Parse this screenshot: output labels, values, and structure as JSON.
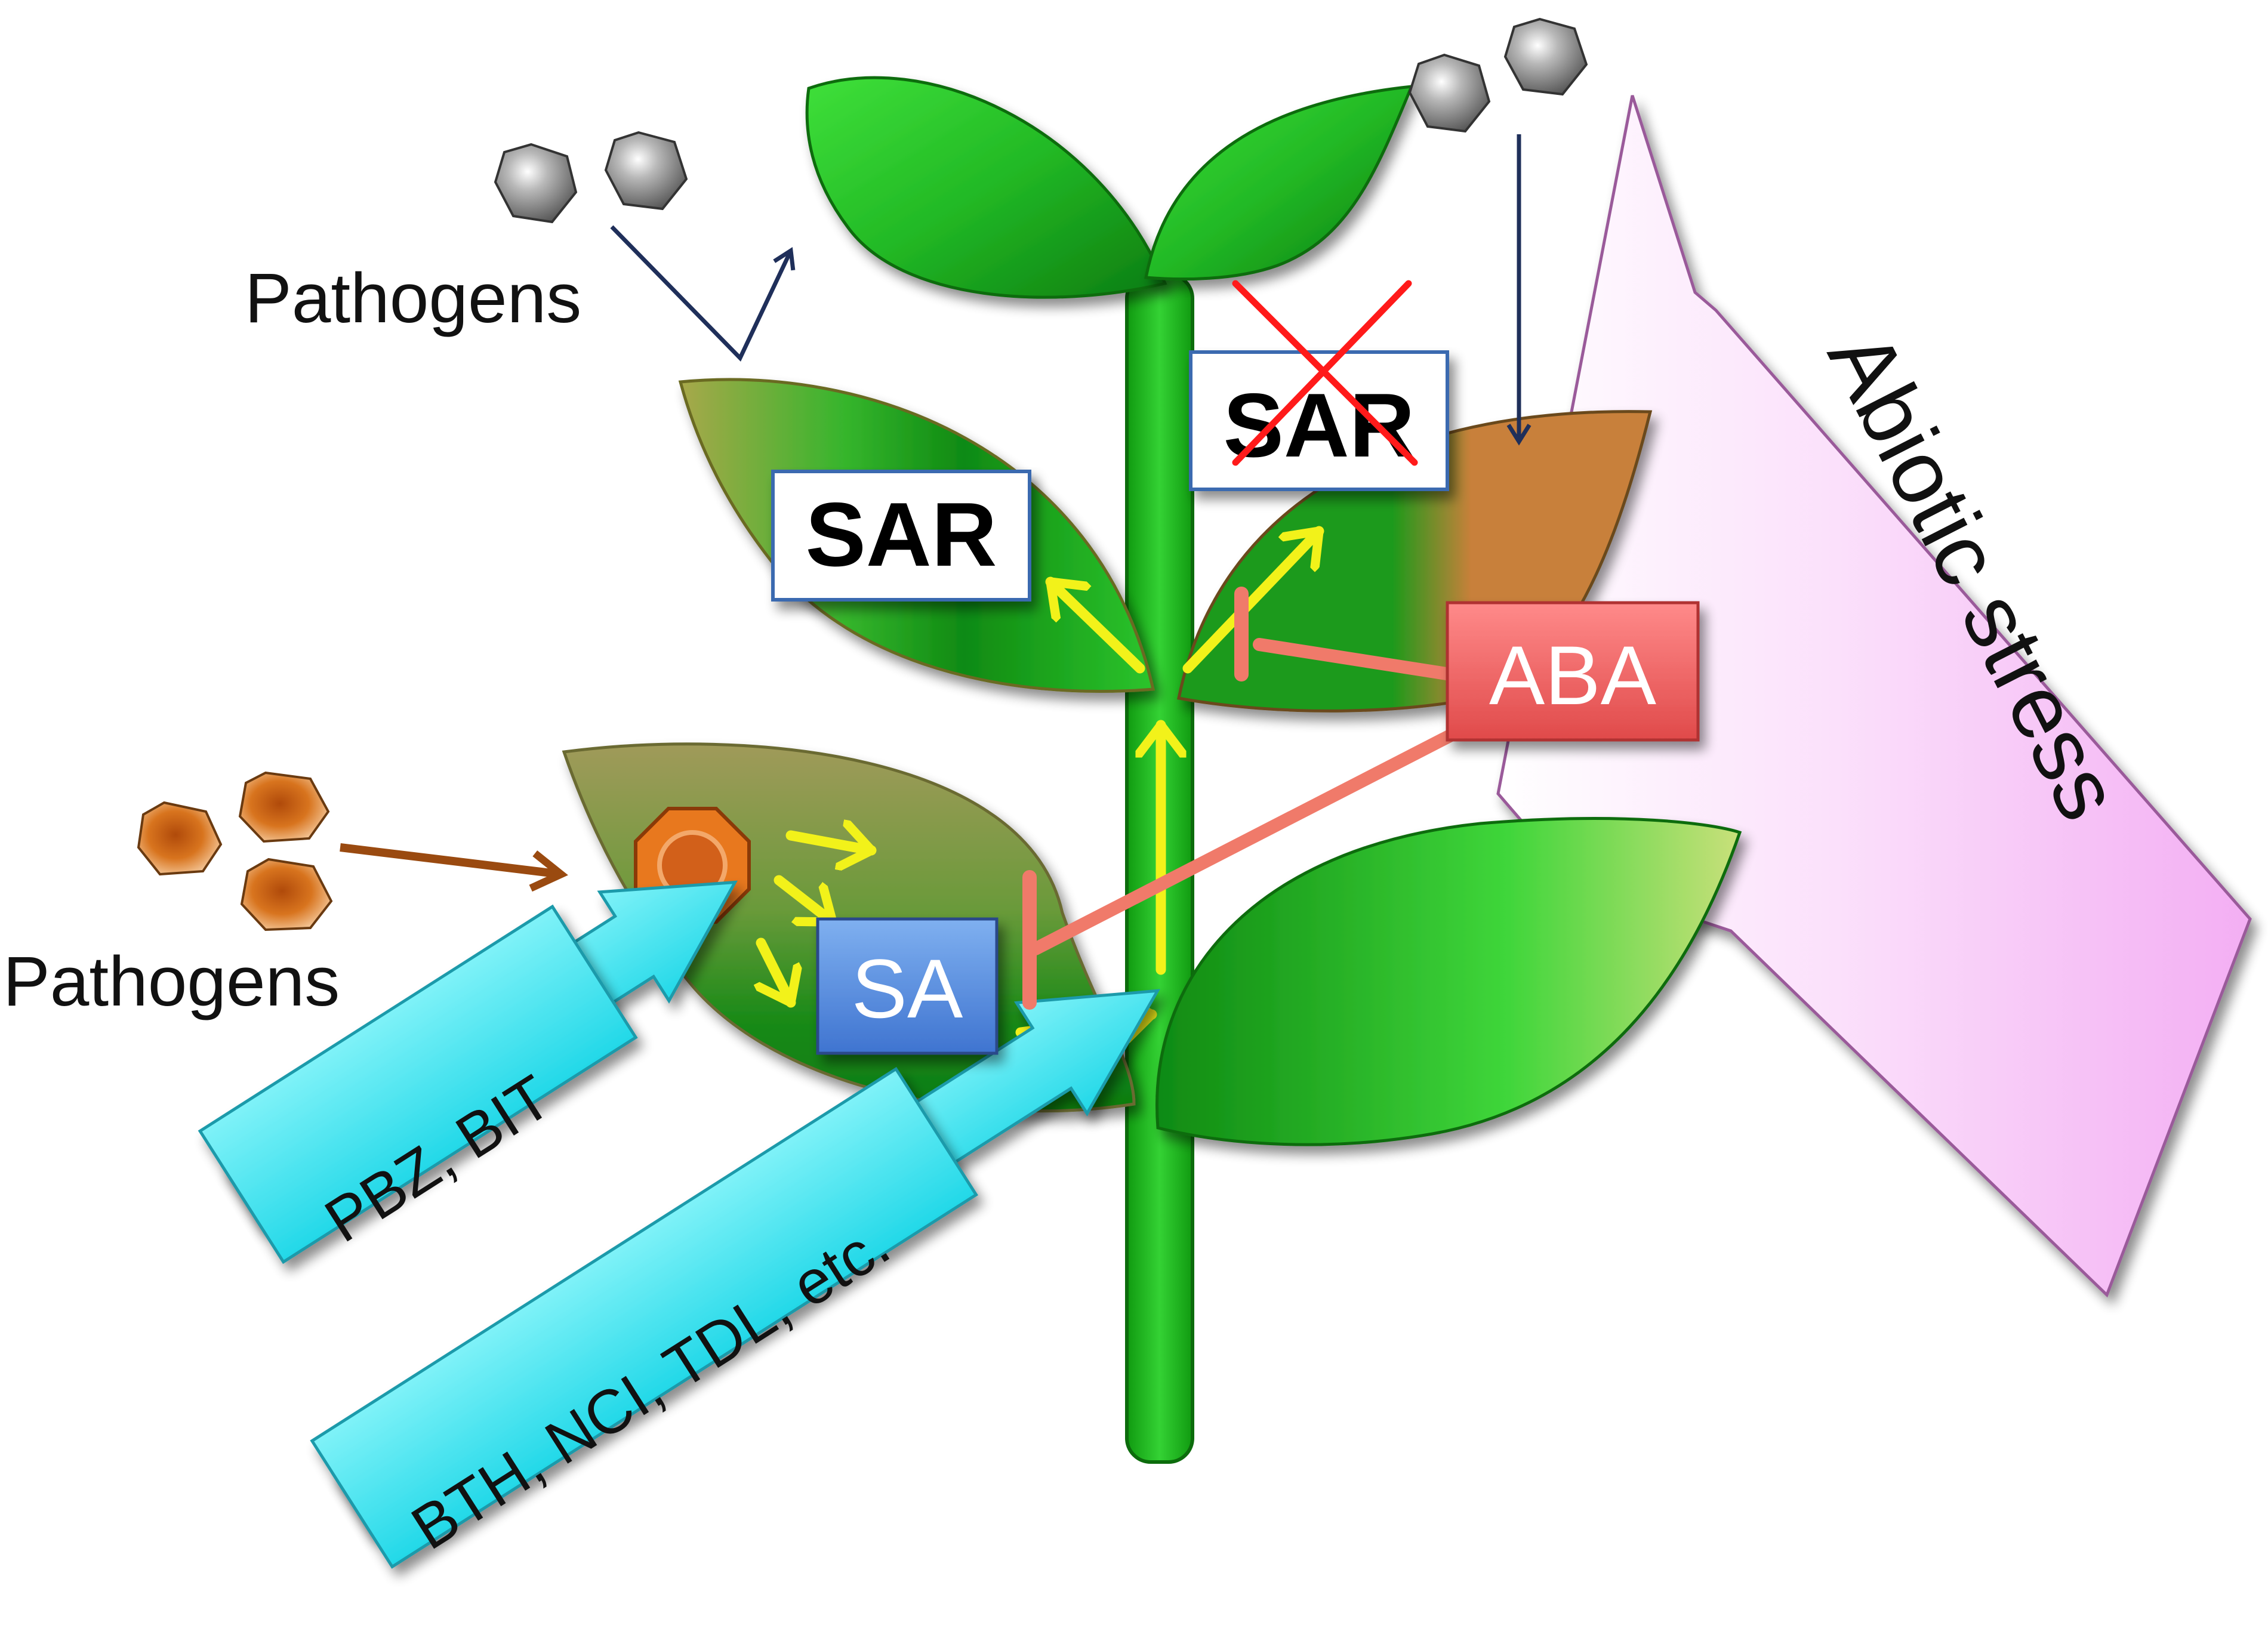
{
  "labels": {
    "pathogens_top": "Pathogens",
    "pathogens_left": "Pathogens",
    "sar_left": "SAR",
    "sar_right": "SAR",
    "aba": "ABA",
    "sa": "SA",
    "abiotic_stress": "Abiotic stress",
    "pbz_bit": "PBZ, BIT",
    "bth_group": "BTH, NCI, TDL, etc."
  },
  "colors": {
    "leaf_green": "#2fc52f",
    "leaf_dark": "#0f8a12",
    "infected_olive": "#8a9a3a",
    "dead_brown": "#c8803a",
    "stem": "#22b422",
    "signal_arrow": "#f2f21a",
    "inhibit": "#f07a6a",
    "aba_box": "#f06a6a",
    "sa_box": "#5b8fe0",
    "chemical_arrow": "#4de8f2",
    "abiotic_arrow": "#f7c2f7",
    "pathogen_grey": "#8a8a8a",
    "pathogen_orange": "#d8741e",
    "blocked_cross": "#ff1a1a",
    "pathogen_arrow_brown": "#9a4a10",
    "pathogen_arrow_navy": "#1f2f5a"
  }
}
